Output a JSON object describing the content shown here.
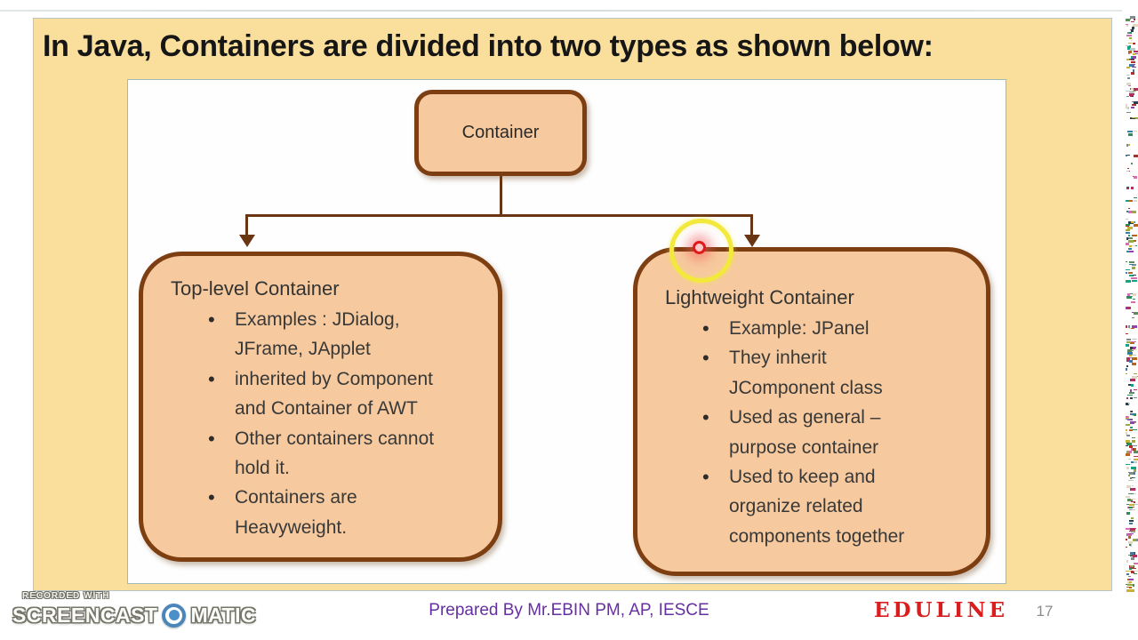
{
  "title": "In Java, Containers are divided into two types as shown below:",
  "diagram": {
    "root_label": "Container",
    "left_box": {
      "heading": "Top-level Container",
      "bullets": [
        "Examples : JDialog,\nJFrame, JApplet",
        "inherited by Component\nand Container of AWT",
        "Other containers cannot\nhold it.",
        "Containers are\nHeavyweight."
      ]
    },
    "right_box": {
      "heading": "Lightweight Container",
      "bullets": [
        "Example: JPanel",
        "They inherit\nJComponent class",
        "Used as general –\npurpose container",
        "Used to keep and\norganize related\ncomponents together"
      ]
    }
  },
  "footer": {
    "credit": "Prepared By Mr.EBIN PM, AP, IESCE",
    "brand": "EDULINE",
    "page_number": "17"
  },
  "watermark": {
    "line1": "RECORDED WITH",
    "brand_left": "SCREENCAST",
    "brand_right": "MATIC"
  },
  "colors": {
    "slide_bg": "#fadf9c",
    "box_fill": "#f6ca9e",
    "box_border": "#7d3e12",
    "connector": "#6a3513",
    "title_text": "#161616",
    "body_text": "#383838",
    "credit_text": "#6530a0",
    "brand_text": "#d81e1e",
    "page_number_text": "#8b8b8b",
    "cursor_ring": "#f3e93c",
    "cursor_dot": "#e11919"
  }
}
